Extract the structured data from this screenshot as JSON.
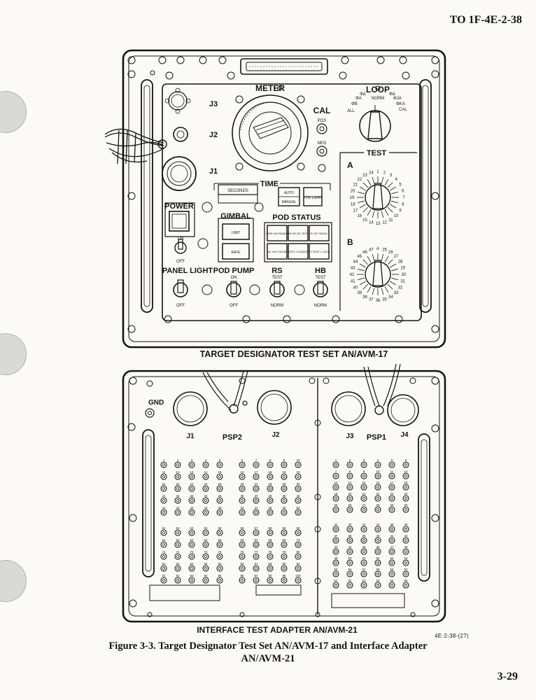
{
  "document_number": "TO 1F-4E-2-38",
  "page_number": "3-29",
  "figure_code": "4E-2-38-(27)",
  "caption": {
    "line1": "Figure 3-3. Target Designator Test Set AN/AVM-17 and Interface Adapter",
    "line2": "AN/AVM-21"
  },
  "test_set": {
    "title": "TARGET DESIGNATOR TEST SET AN/AVM-17",
    "meter": "METER",
    "cal": "CAL",
    "cal_pos": "POS",
    "cal_neg": "NEG",
    "loop": "LOOP",
    "loop_norm": "NORM",
    "loop_positions": [
      "ALL",
      "ΦB",
      "ΦA",
      "ΦΔ",
      "ΦΔ",
      "ΦJA",
      "ΦKA",
      "CAL"
    ],
    "connectors": [
      "J3",
      "J2",
      "J1"
    ],
    "time": "TIME",
    "seconds": "SECONDS",
    "auto": "AUTO",
    "manual": "MANUAL",
    "pod_light": "POD LIGHT",
    "power": "POWER",
    "power_on": "ON",
    "power_off": "OFF",
    "gimbal": "GIMBAL",
    "gimbal_limit": "LIMIT",
    "gimbal_rate": "RATE",
    "pod_status": "POD STATUS",
    "status_lamps": [
      "PWR ON READY",
      "RS HS OK TEST",
      "R HS TRACK",
      "ML OUT SLEW",
      "EXTL LOCKED",
      "TV STAT L LOCK"
    ],
    "panel_light": "PANEL LIGHT",
    "pod_pump": "POD PUMP",
    "rs": "RS",
    "hb": "HB",
    "switch_on": "ON",
    "switch_off": "OFF",
    "switch_test": "TEST",
    "switch_norm": "NORM",
    "test": "TEST",
    "dial_a": "A",
    "dial_b": "B",
    "dial_a_numbers": [
      "1",
      "2",
      "3",
      "4",
      "5",
      "6",
      "7",
      "8",
      "9",
      "10",
      "11",
      "12",
      "13",
      "14",
      "15",
      "16",
      "17",
      "18",
      "19",
      "20",
      "21",
      "22",
      "23",
      "24"
    ],
    "dial_b_numbers": [
      "A",
      "25",
      "26",
      "27",
      "28",
      "29",
      "30",
      "31",
      "32",
      "33",
      "34",
      "35",
      "36",
      "37",
      "38",
      "39",
      "40",
      "41",
      "42",
      "43",
      "44",
      "45",
      "46",
      "47"
    ]
  },
  "adapter": {
    "title": "INTERFACE TEST ADAPTER AN/AVM-21",
    "gnd": "GND",
    "connectors": [
      "J1",
      "J2",
      "J3",
      "J4"
    ],
    "psp2": "PSP2",
    "psp1": "PSP1",
    "left_jacks": [
      "1",
      "2",
      "3",
      "4",
      "5",
      "6",
      "7",
      "8",
      "9",
      "10",
      "11",
      "12",
      "13",
      "14",
      "15",
      "16",
      "17",
      "18",
      "19",
      "20",
      "21",
      "22",
      "23",
      "24",
      "25",
      "26",
      "27",
      "28",
      "29",
      "30",
      "31",
      "32",
      "33",
      "34",
      "35",
      "36",
      "37",
      "38",
      "39",
      "40",
      "41",
      "42",
      "43",
      "44",
      "45",
      "46",
      "47",
      "48",
      "49",
      "50",
      "51",
      "52",
      "53",
      "54",
      "55",
      "56",
      "57",
      "58",
      "59",
      "60",
      "61",
      "62",
      "63",
      "64",
      "65",
      "66",
      "67",
      "68",
      "69",
      "70",
      "71",
      "72",
      "73",
      "74",
      "75",
      "76",
      "77",
      "78",
      "79",
      "80",
      "81",
      "82",
      "83",
      "84",
      "85",
      "86",
      "87",
      "88",
      "89",
      "90",
      "91",
      "92",
      "93",
      "94",
      "95",
      "96",
      "97",
      "98",
      "99",
      "100"
    ],
    "right_jacks": [
      "1",
      "2",
      "3",
      "4",
      "5",
      "6",
      "7",
      "8",
      "9",
      "10",
      "11",
      "12",
      "13",
      "14",
      "15",
      "16",
      "17",
      "18",
      "19",
      "20",
      "21",
      "22",
      "23",
      "24",
      "25",
      "26",
      "27",
      "28",
      "29",
      "30",
      "31",
      "32",
      "33",
      "34",
      "35",
      "36",
      "37",
      "38",
      "39",
      "40",
      "41",
      "42",
      "43",
      "44",
      "45",
      "46",
      "47",
      "48",
      "49",
      "50",
      "51",
      "52",
      "53",
      "54",
      "55",
      "56",
      "57",
      "58",
      "59",
      "60",
      "61",
      "62",
      "63",
      "64",
      "65",
      "66"
    ]
  }
}
